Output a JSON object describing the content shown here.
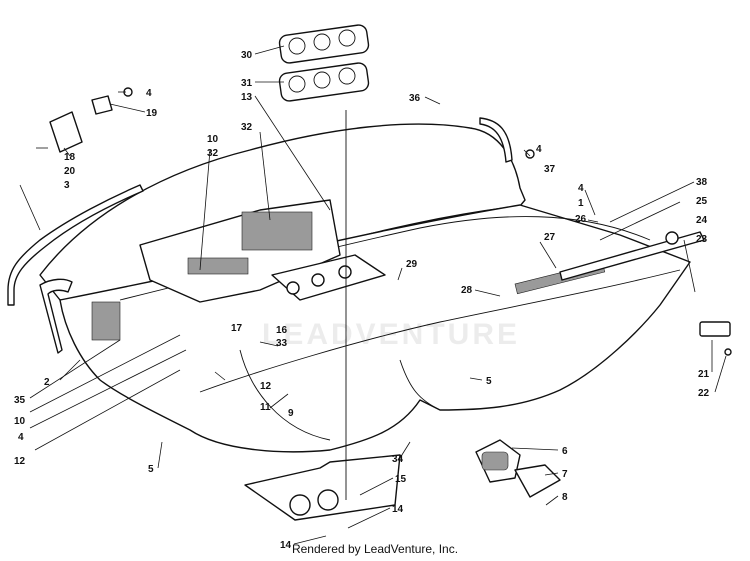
{
  "diagram": {
    "callouts": {
      "c30": "30",
      "c31": "31",
      "c13": "13",
      "c36": "36",
      "c4a": "4",
      "c19": "19",
      "c18": "18",
      "c20": "20",
      "c3": "3",
      "c10a": "10",
      "c32a": "32",
      "c32b": "32",
      "c4b": "4",
      "c37": "37",
      "c38": "38",
      "c4c": "4",
      "c1": "1",
      "c25": "25",
      "c26": "26",
      "c24": "24",
      "c23": "23",
      "c27": "27",
      "c29": "29",
      "c28": "28",
      "c17": "17",
      "c16": "16",
      "c33": "33",
      "c12a": "12",
      "c11": "11",
      "c9": "9",
      "c2": "2",
      "c35": "35",
      "c10b": "10",
      "c4d": "4",
      "c12b": "12",
      "c5a": "5",
      "c5b": "5",
      "c21": "21",
      "c22": "22",
      "c34": "34",
      "c6": "6",
      "c7": "7",
      "c15": "15",
      "c8": "8",
      "c14a": "14",
      "c14b": "14"
    },
    "watermark": "LEADVENTURE"
  },
  "footer": {
    "rendered_by": "Rendered by LeadVenture, Inc."
  }
}
